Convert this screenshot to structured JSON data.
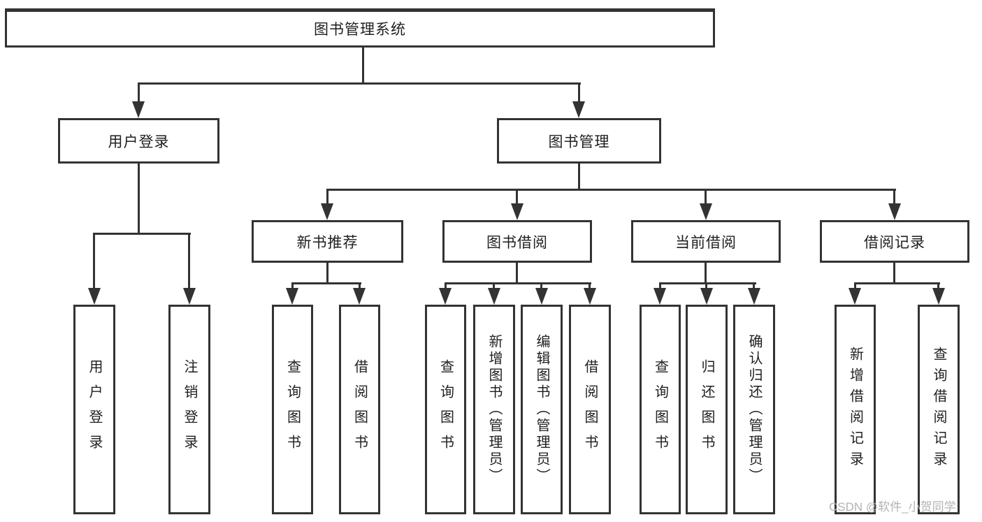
{
  "diagram_title": "图书管理系统",
  "tree": {
    "root": "图书管理系统",
    "branches": [
      {
        "label": "用户登录",
        "leaves": [
          "用户登录",
          "注销登录"
        ]
      },
      {
        "label": "图书管理",
        "groups": [
          {
            "label": "新书推荐",
            "leaves": [
              "查询图书",
              "借阅图书"
            ]
          },
          {
            "label": "图书借阅",
            "leaves": [
              "查询图书",
              "新增图书（管理员）",
              "编辑图书（管理员）",
              "借阅图书"
            ]
          },
          {
            "label": "当前借阅",
            "leaves": [
              "查询图书",
              "归还图书",
              "确认归还（管理员）"
            ]
          },
          {
            "label": "借阅记录",
            "leaves": [
              "新增借阅记录",
              "查询借阅记录"
            ]
          }
        ]
      }
    ]
  },
  "watermark": "CSDN @软件_小贺同学",
  "colors": {
    "line": "#333333",
    "text": "#1f1f1f",
    "background": "#ffffff",
    "watermark": "#b3b3b3"
  }
}
